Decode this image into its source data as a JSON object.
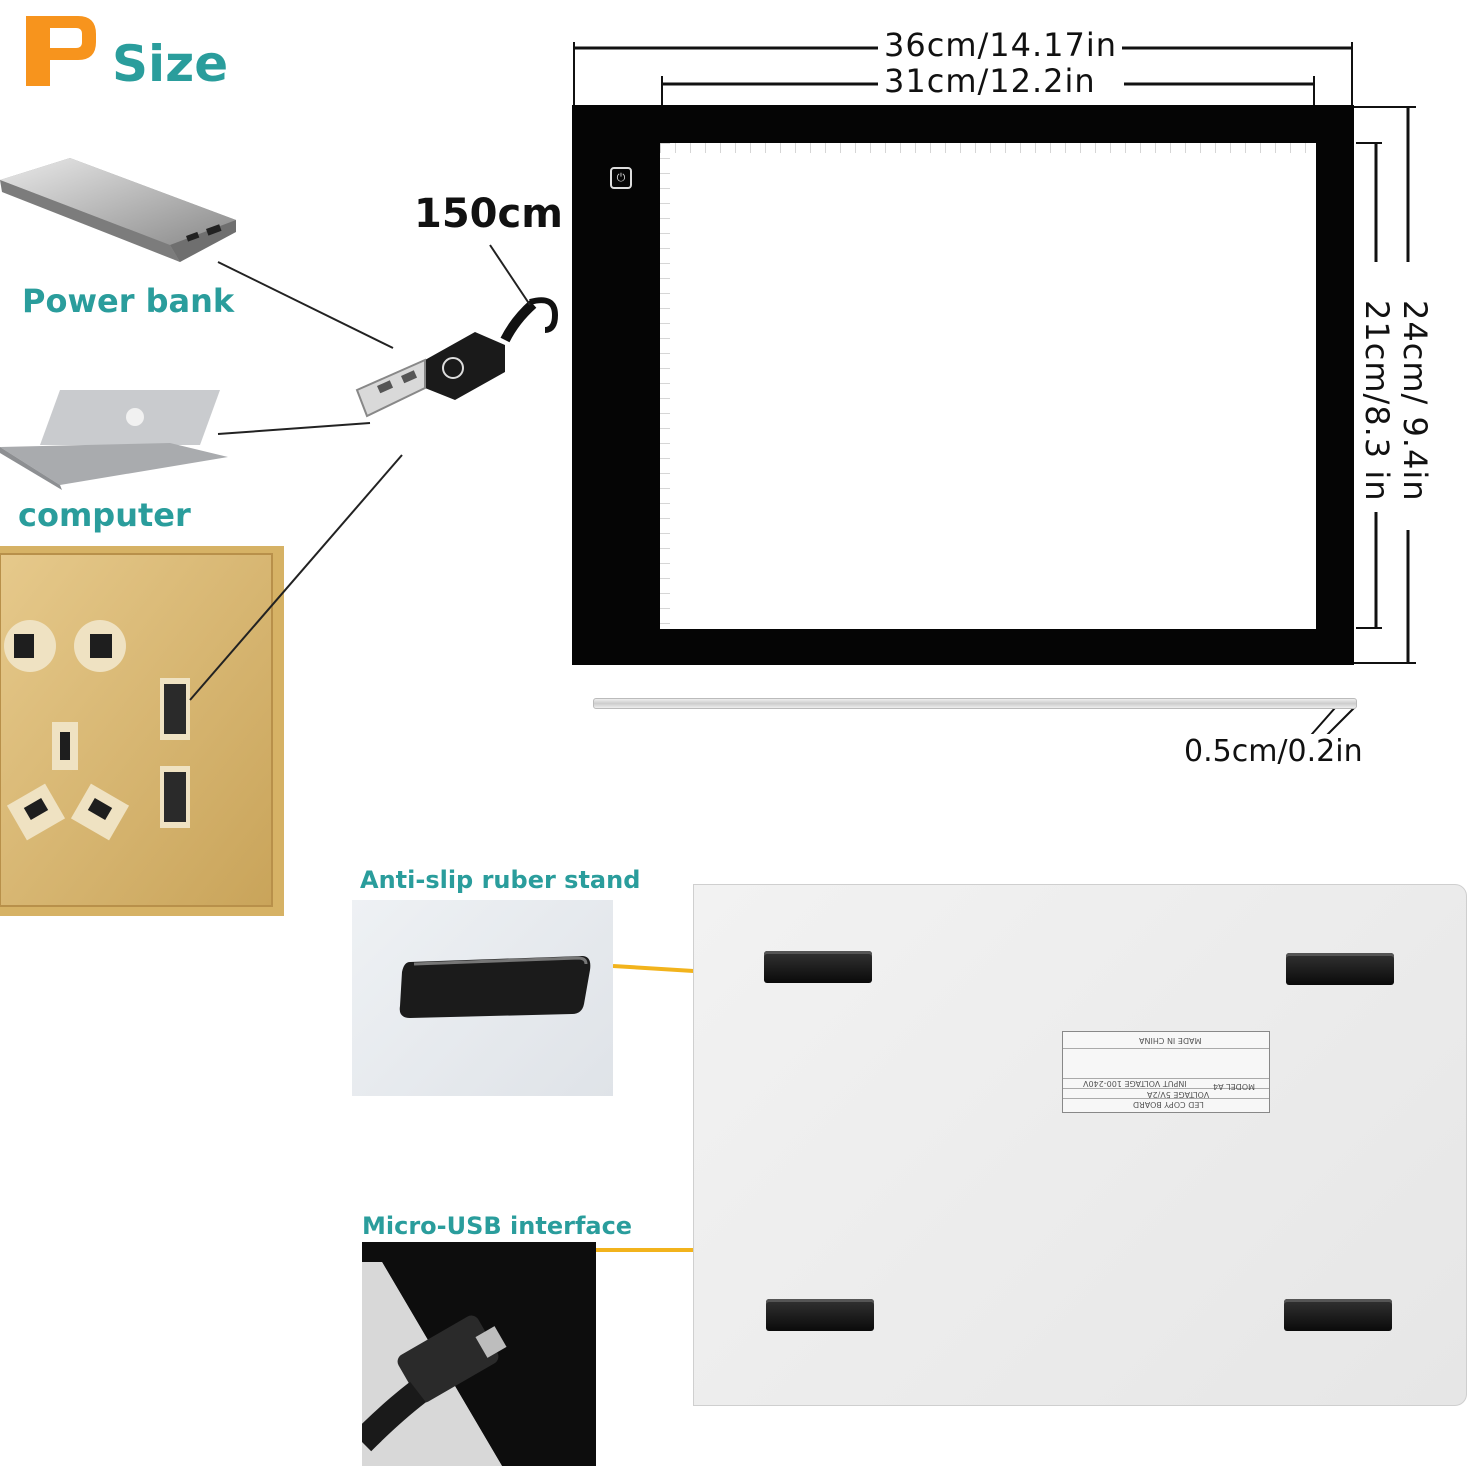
{
  "header": {
    "title": "Size"
  },
  "devices": {
    "power_bank_label": "Power bank",
    "computer_label": "computer",
    "cable_length": "150cm"
  },
  "dimensions": {
    "outer_width": "36cm/14.17in",
    "inner_width": "31cm/12.2in",
    "outer_height": "24cm/ 9.4in",
    "inner_height": "21cm/8.3 in",
    "thickness": "0.5cm/0.2in"
  },
  "callouts": {
    "stand_label": "Anti-slip ruber stand",
    "usb_label": "Micro-USB interface"
  },
  "spec_label": {
    "made_in": "MADE IN CHINA",
    "model": "MODEL  A4",
    "input": "INPUT VOLTAGE 100-240V",
    "voltage": "VOLTAGE 5V/2A",
    "product": "LED COPY BOARD"
  },
  "colors": {
    "accent_teal": "#2a9d9c",
    "logo_orange": "#f7941d",
    "callout_line": "#f2b31c",
    "outlet_gold": "#d8b56c"
  }
}
